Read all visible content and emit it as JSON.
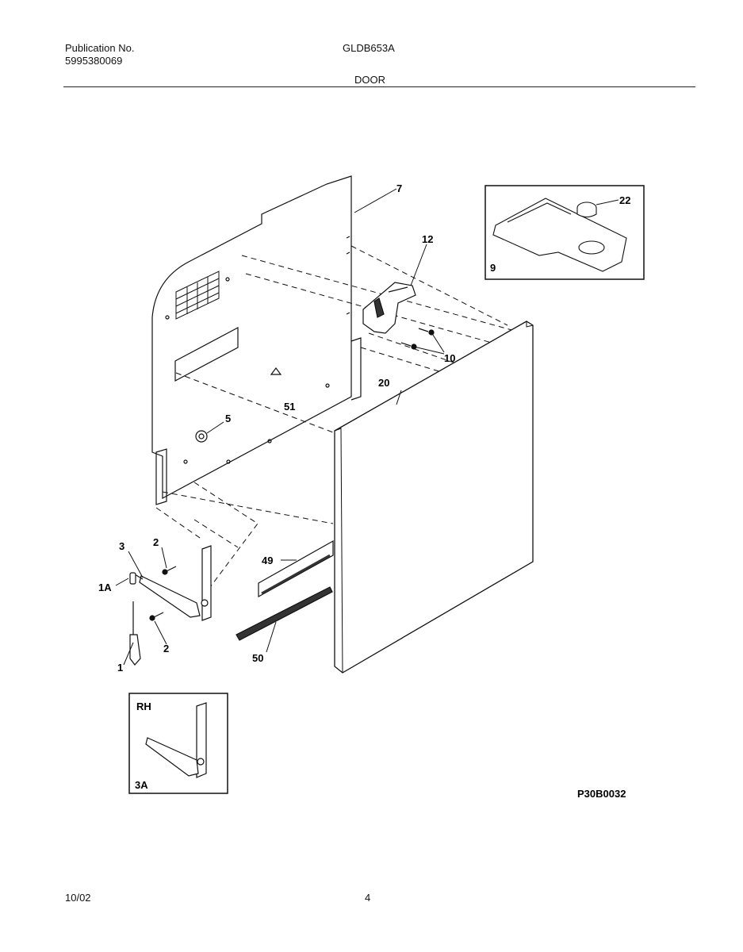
{
  "header": {
    "publication_label": "Publication No.",
    "publication_number": "5995380069",
    "model": "GLDB653A",
    "section": "DOOR"
  },
  "callouts": {
    "c7": "7",
    "c12": "12",
    "c22": "22",
    "c9": "9",
    "c10": "10",
    "c20": "20",
    "c51": "51",
    "c5": "5",
    "c3": "3",
    "c2a": "2",
    "c1a": "1A",
    "c2b": "2",
    "c1": "1",
    "c49": "49",
    "c50": "50",
    "rh": "RH",
    "c3a": "3A"
  },
  "diagram_code": "P30B0032",
  "footer": {
    "date": "10/02",
    "page": "4"
  }
}
